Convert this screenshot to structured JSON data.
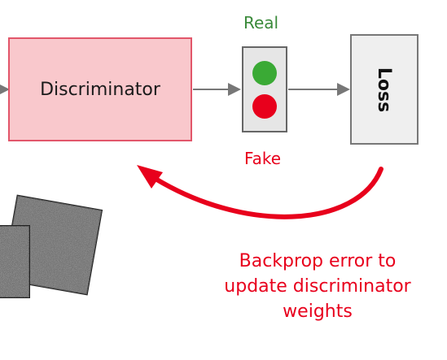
{
  "discriminator": {
    "label": "Discriminator"
  },
  "light": {
    "real_label": "Real",
    "fake_label": "Fake"
  },
  "loss": {
    "label": "Loss"
  },
  "backprop": {
    "lines": [
      "Backprop error to",
      "update discriminator",
      "weights"
    ]
  },
  "colors": {
    "discriminator_fill": "#f9c8cc",
    "discriminator_border": "#e2566a",
    "real": "#3aaa35",
    "fake": "#e8001c",
    "arrow": "#e8001c"
  }
}
